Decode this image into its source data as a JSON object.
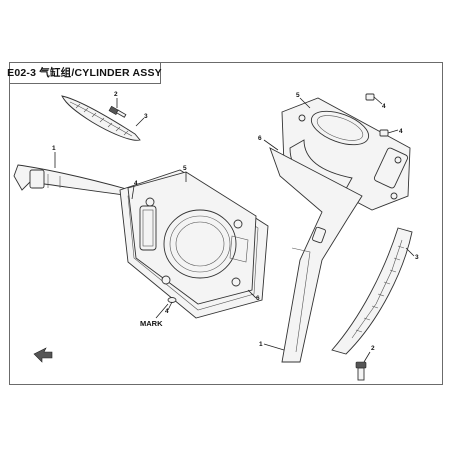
{
  "diagram": {
    "title": "E02-3 气缸组/CYLINDER  ASSY",
    "mark_label": "MARK",
    "callouts": {
      "guide_top_left": "1",
      "bolt_top_left": "2",
      "tensioner_top_left": "3",
      "pin_left": "4",
      "cylinder_front": "5",
      "gasket_front": "6",
      "pin_bottom": "4",
      "cylinder_rear": "5",
      "pin_right_top": "4",
      "pin_right_mid": "4",
      "gasket_rear": "6",
      "guide_bottom": "1",
      "tensioner_right": "3",
      "bolt_bottom_right": "2"
    },
    "colors": {
      "line": "#222222",
      "frame": "#6b6b6b",
      "fill": "#f4f4f4"
    }
  }
}
